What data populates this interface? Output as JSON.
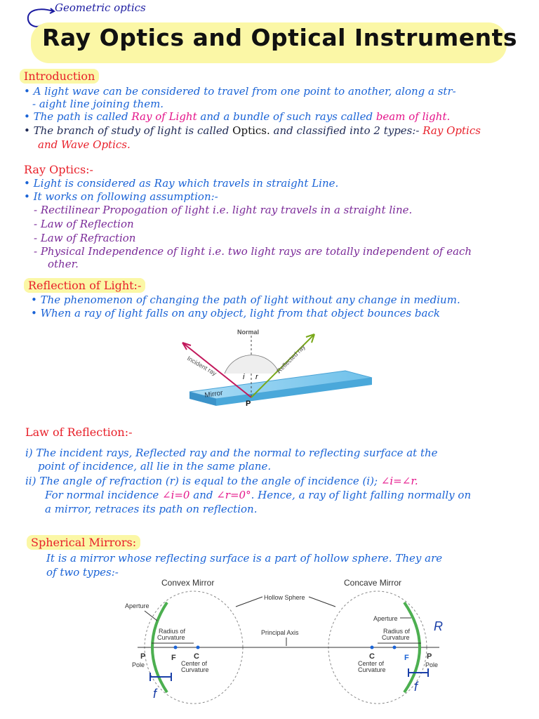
{
  "header": {
    "note": "Geometric optics",
    "title": "Ray Optics and Optical Instruments"
  },
  "introduction": {
    "heading": "Introduction",
    "b1_l1": "• A light wave can be considered to travel from one point to another, along a str-",
    "b1_l2": "- aight line joining them.",
    "b2_a": "• The path is called ",
    "b2_ray": "Ray of Light",
    "b2_b": " and a bundle of such rays called ",
    "b2_beam": "beam of light.",
    "b3_a": "• The branch of study of light is called ",
    "b3_optics": "Optics.",
    "b3_b": " and classified into 2 types:- ",
    "b3_ray": "Ray Optics",
    "b3_l2": "and Wave Optics."
  },
  "ray_optics": {
    "heading": "Ray Optics:-",
    "b1": "• Light is considered as Ray which travels in straight Line.",
    "b2": "• It works on following assumption:-",
    "a1": "- Rectilinear Propogation of light i.e. light ray travels in a straight line.",
    "a2": "- Law of Reflection",
    "a3": "- Law of Refraction",
    "a4_l1": "- Physical Independence of light i.e. two light rays are totally independent of each",
    "a4_l2": "other."
  },
  "reflection": {
    "heading": "Reflection of Light:-",
    "b1": "• The phenomenon of changing the path of light without any change in medium.",
    "b2": "• When a ray of light falls on any object, light from that object bounces back"
  },
  "reflection_figure": {
    "normal": "Normal",
    "incident": "Incident ray",
    "reflected": "Reflected ray",
    "i": "i",
    "r": "r",
    "mirror": "Mirror",
    "p": "P"
  },
  "law": {
    "heading": "Law of Reflection:-",
    "l1": "i) The incident rays, Reflected ray and the normal to reflecting surface at the",
    "l2": "point of incidence, all lie in the same plane.",
    "l3_a": "ii) The angle of refraction (r) is equal to the angle of incidence (i); ",
    "l3_eq": "∠i=∠r.",
    "l4_a": "For normal incidence ",
    "l4_eq1": "∠i=0",
    "l4_b": " and ",
    "l4_eq2": "∠r=0°",
    "l4_c": ". Hence, a ray of light falling normally on",
    "l5": "a mirror, retraces its path on reflection."
  },
  "spherical": {
    "heading": "Spherical Mirrors:",
    "l1": "It is a mirror whose reflecting surface is a part of hollow sphere. They are",
    "l2": "of two types:-"
  },
  "mirror_figure": {
    "convex_title": "Convex Mirror",
    "concave_title": "Concave Mirror",
    "hollow_sphere": "Hollow Sphere",
    "aperture_left": "Aperture",
    "aperture_right": "Aperture",
    "radius_left_1": "Radius of",
    "radius_left_2": "Curvature",
    "radius_right_1": "Radius of",
    "radius_right_2": "Curvature",
    "principal_axis": "Principal Axis",
    "p_left": "P",
    "pole_left": "Pole",
    "f_left": "F",
    "c_left": "C",
    "center_left_1": "Center of",
    "center_left_2": "Curvature",
    "c_right": "C",
    "f_right": "F",
    "p_right": "P",
    "pole_right": "Pole",
    "center_right_1": "Center of",
    "center_right_2": "Curvature",
    "f_hand_left": "f",
    "f_hand_right": "f",
    "r_hand": "R"
  }
}
